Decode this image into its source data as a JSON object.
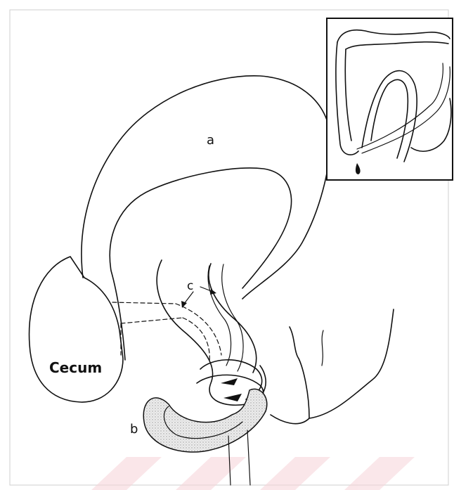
{
  "labels": {
    "a": "a",
    "b": "b",
    "c": "c",
    "cecum": "Cecum"
  },
  "colors": {
    "ink": "#111111",
    "paper": "#ffffff",
    "stipple": "#d8d8d8",
    "stamp": "#f3c9cf"
  },
  "inset": {
    "present": true
  }
}
